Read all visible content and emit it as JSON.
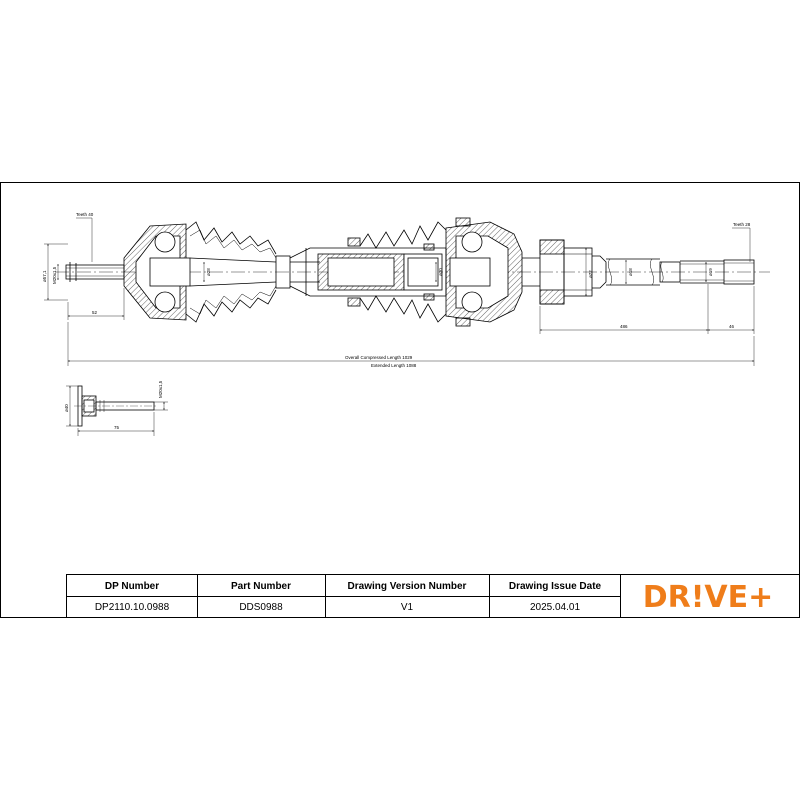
{
  "drawing": {
    "teeth_left": "Teeth 40",
    "teeth_right": "Teeth 28",
    "dims": {
      "d57": "ø57,1",
      "m20": "M20x1,5",
      "d28a": "ø28",
      "d30": "ø30",
      "d72": "ø72",
      "d18": "ø18",
      "d19": "ø19",
      "len52": "52",
      "len486": "486",
      "len46": "46",
      "compressed": "Overall  Compressed  Length 1029",
      "extended": "Extended  Length 1088"
    },
    "bolt": {
      "d40": "ø40",
      "m20": "M20x1,5",
      "len75": "75"
    }
  },
  "title_block": {
    "headers": [
      "DP Number",
      "Part Number",
      "Drawing Version Number",
      "Drawing Issue Date"
    ],
    "values": [
      "DP2110.10.0988",
      "DDS0988",
      "V1",
      "2025.04.01"
    ],
    "logo": "DR!VE+",
    "brand_color": "#ef7d1a"
  }
}
